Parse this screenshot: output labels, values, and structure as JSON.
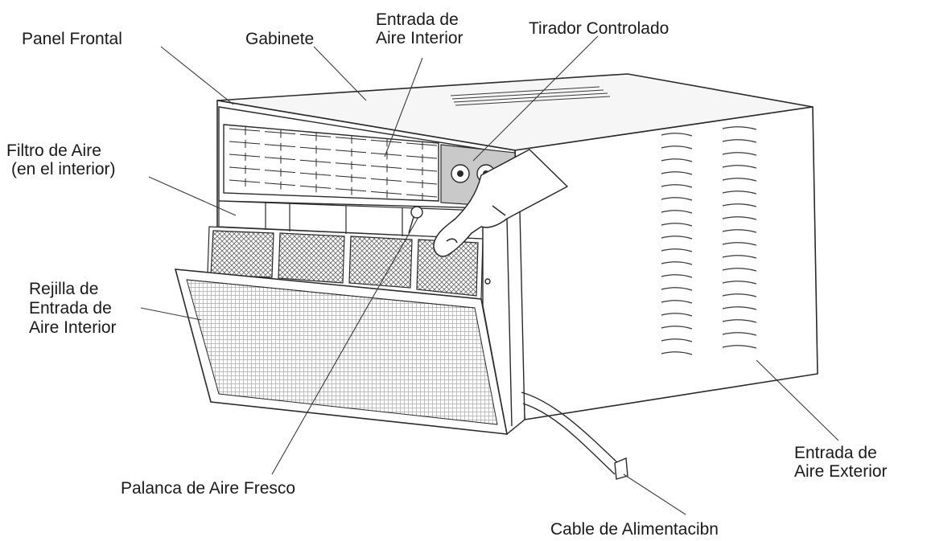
{
  "labels": {
    "panel_frontal": [
      "Panel Frontal"
    ],
    "gabinete": [
      "Gabinete"
    ],
    "entrada_aire_interior": [
      "Entrada de",
      "Aire Interior"
    ],
    "tirador_controlado": [
      "Tirador Controlado"
    ],
    "filtro_aire": [
      "Filtro de Aire",
      "(en el interior)"
    ],
    "rejilla": [
      "Rejilla de",
      "Entrada de",
      "Aire Interior"
    ],
    "palanca": [
      "Palanca de Aire Fresco"
    ],
    "entrada_aire_exterior": [
      "Entrada de",
      "Aire Exterior"
    ],
    "cable": [
      "Cable de Alimentacibn"
    ]
  },
  "colors": {
    "line": "#2a2a2a",
    "body_fill": "#ffffff",
    "control_panel": "#c9c9c9",
    "filter_mesh": "#7a7a7a",
    "grille": "#bdbdbd"
  }
}
